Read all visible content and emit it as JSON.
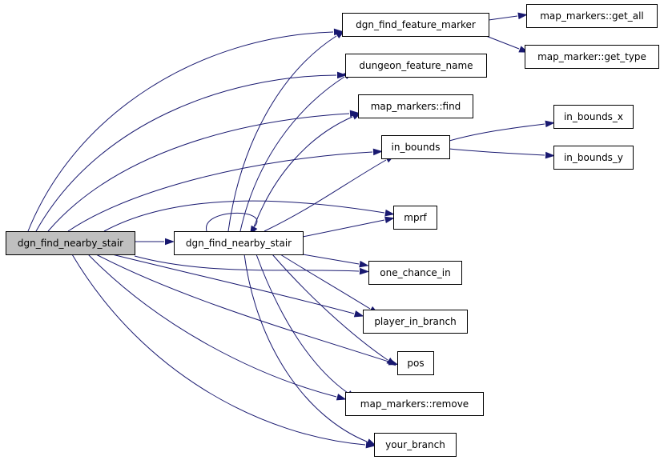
{
  "graph": {
    "nodes": {
      "root": "dgn_find_nearby_stair",
      "helper": "dgn_find_nearby_stair",
      "find_feature_marker": "dgn_find_feature_marker",
      "get_all": "map_markers::get_all",
      "get_type": "map_marker::get_type",
      "feature_name": "dungeon_feature_name",
      "markers_find": "map_markers::find",
      "in_bounds": "in_bounds",
      "in_bounds_x": "in_bounds_x",
      "in_bounds_y": "in_bounds_y",
      "mprf": "mprf",
      "one_chance_in": "one_chance_in",
      "player_in_branch": "player_in_branch",
      "pos": "pos",
      "markers_remove": "map_markers::remove",
      "your_branch": "your_branch"
    },
    "edges": [
      [
        "root",
        "helper"
      ],
      [
        "root",
        "find_feature_marker"
      ],
      [
        "root",
        "feature_name"
      ],
      [
        "root",
        "markers_find"
      ],
      [
        "root",
        "in_bounds"
      ],
      [
        "root",
        "mprf"
      ],
      [
        "root",
        "one_chance_in"
      ],
      [
        "root",
        "player_in_branch"
      ],
      [
        "root",
        "pos"
      ],
      [
        "root",
        "markers_remove"
      ],
      [
        "root",
        "your_branch"
      ],
      [
        "helper",
        "helper"
      ],
      [
        "helper",
        "find_feature_marker"
      ],
      [
        "helper",
        "feature_name"
      ],
      [
        "helper",
        "markers_find"
      ],
      [
        "helper",
        "in_bounds"
      ],
      [
        "helper",
        "mprf"
      ],
      [
        "helper",
        "one_chance_in"
      ],
      [
        "helper",
        "player_in_branch"
      ],
      [
        "helper",
        "pos"
      ],
      [
        "helper",
        "markers_remove"
      ],
      [
        "helper",
        "your_branch"
      ],
      [
        "find_feature_marker",
        "get_all"
      ],
      [
        "find_feature_marker",
        "get_type"
      ],
      [
        "in_bounds",
        "in_bounds_x"
      ],
      [
        "in_bounds",
        "in_bounds_y"
      ]
    ],
    "colors": {
      "edge": "#191970",
      "root_fill": "#bfbfbf",
      "node_fill": "#ffffff",
      "node_border": "#000000"
    }
  }
}
